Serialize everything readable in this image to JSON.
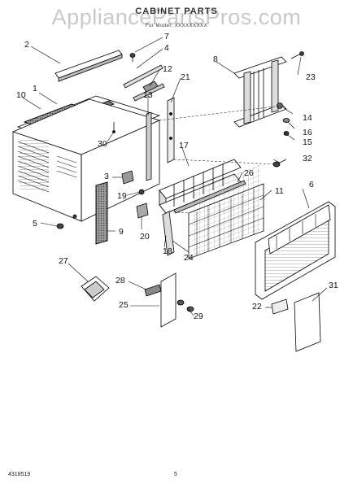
{
  "watermark": "AppliancePartsPros.com",
  "title": "CABINET PARTS",
  "subtitle": "For Model: XXXXXXXXX",
  "footer": {
    "left": "4318519",
    "page": "5"
  },
  "callouts": [
    "1",
    "2",
    "3",
    "4",
    "5",
    "6",
    "7",
    "8",
    "9",
    "10",
    "11",
    "12",
    "13",
    "14",
    "15",
    "16",
    "17",
    "18",
    "19",
    "20",
    "21",
    "22",
    "23",
    "24",
    "25",
    "26",
    "27",
    "28",
    "29",
    "30",
    "31",
    "32"
  ]
}
